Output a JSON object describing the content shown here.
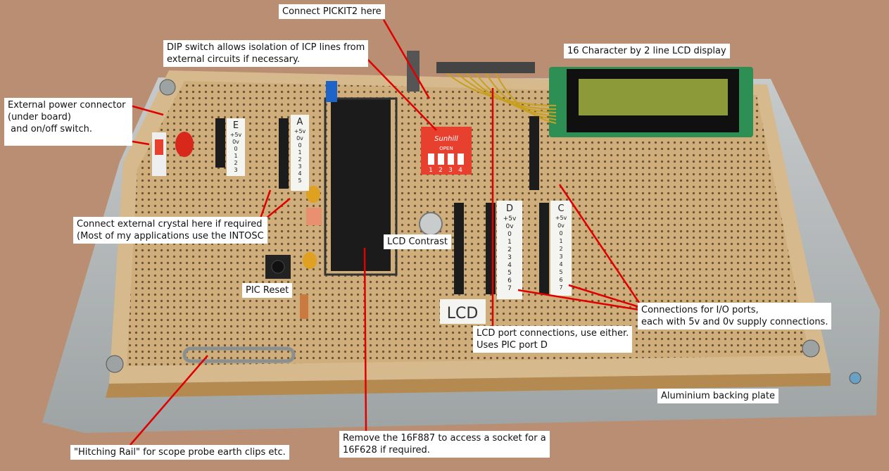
{
  "labels": {
    "pickit2": "Connect PICKIT2 here",
    "dip_line1": "DIP switch allows isolation of ICP lines from",
    "dip_line2": "external circuits if necessary.",
    "lcd_display": "16 Character by 2 line LCD display",
    "power_line1": "External power connector",
    "power_line2": "(under board)",
    "power_line3": " and on/off switch.",
    "crystal_line1": "Connect external crystal here if required",
    "crystal_line2": "(Most of my applications use the INTOSC",
    "lcd_contrast": "LCD Contrast",
    "pic_reset": "PIC Reset",
    "io_line1": "Connections for I/O ports,",
    "io_line2": "each with 5v and 0v supply connections.",
    "lcdport_line1": "LCD port connections, use either.",
    "lcdport_line2": "Uses PIC port D",
    "aluminium": "Aluminium backing plate",
    "remove_line1": "Remove the 16F887 to access a socket for a",
    "remove_line2": "16F628 if required.",
    "hitching": "\"Hitching Rail\" for scope probe earth clips etc."
  },
  "board_marks": {
    "port_e_letter": "E",
    "port_a_letter": "A",
    "port_d_letter": "D",
    "port_c_letter": "C",
    "lcd_card": "LCD",
    "port_e_pins": [
      "+5v",
      "0v",
      "0",
      "1",
      "2",
      "3"
    ],
    "port_a_pins": [
      "+5v",
      "0v",
      "0",
      "1",
      "2",
      "3",
      "4",
      "5"
    ],
    "port_d_pins": [
      "+5v",
      "0v",
      "0",
      "1",
      "2",
      "3",
      "4",
      "5",
      "6",
      "7"
    ],
    "port_c_pins": [
      "+5v",
      "0v",
      "0",
      "1",
      "2",
      "3",
      "4",
      "5",
      "6",
      "7"
    ],
    "dip_brand": "Sunhill",
    "dip_open": "OPEN",
    "dip_numbers": [
      "1",
      "2",
      "3",
      "4"
    ]
  },
  "colors": {
    "background": "#b98e72",
    "board": "#d6b98c",
    "plate": "#b7bcbd",
    "annotation_line": "#e00000",
    "dip_switch": "#e8402e",
    "lcd_screen": "#8d9a3a"
  }
}
